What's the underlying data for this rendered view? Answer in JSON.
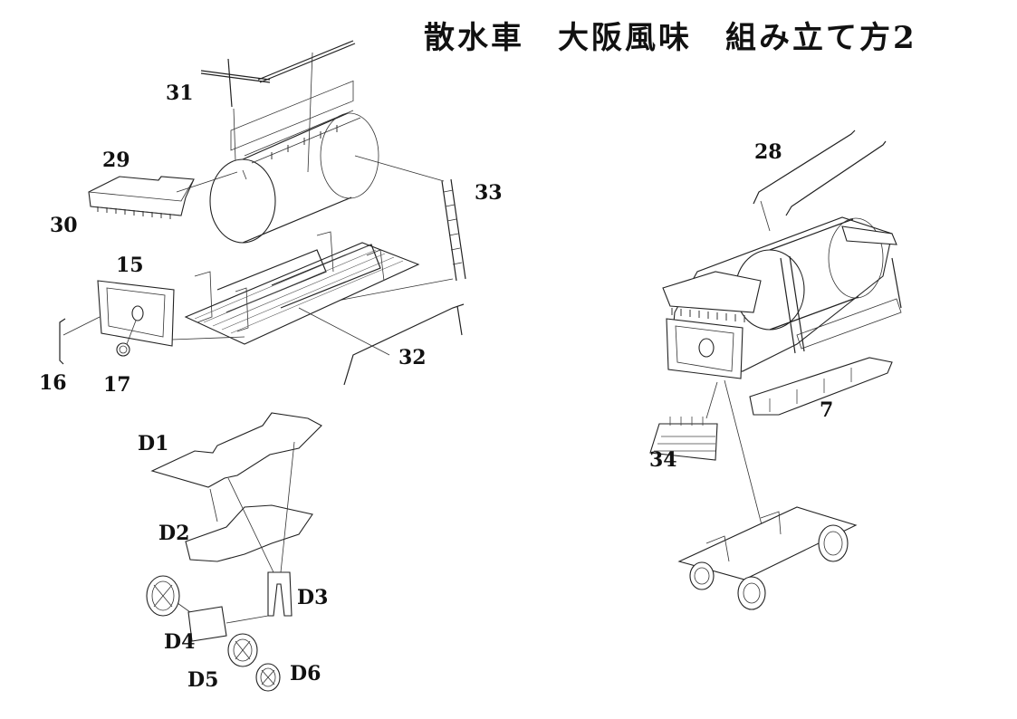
{
  "title": "散水車　大阪風味　組み立て方2",
  "parts": {
    "p31": "31",
    "p29": "29",
    "p30": "30",
    "p33": "33",
    "p15": "15",
    "p16": "16",
    "p17": "17",
    "p32": "32",
    "p28": "28",
    "p7": "7",
    "p34": "34",
    "d1": "D1",
    "d2": "D2",
    "d3": "D3",
    "d4": "D4",
    "d5": "D5",
    "d6": "D6"
  }
}
